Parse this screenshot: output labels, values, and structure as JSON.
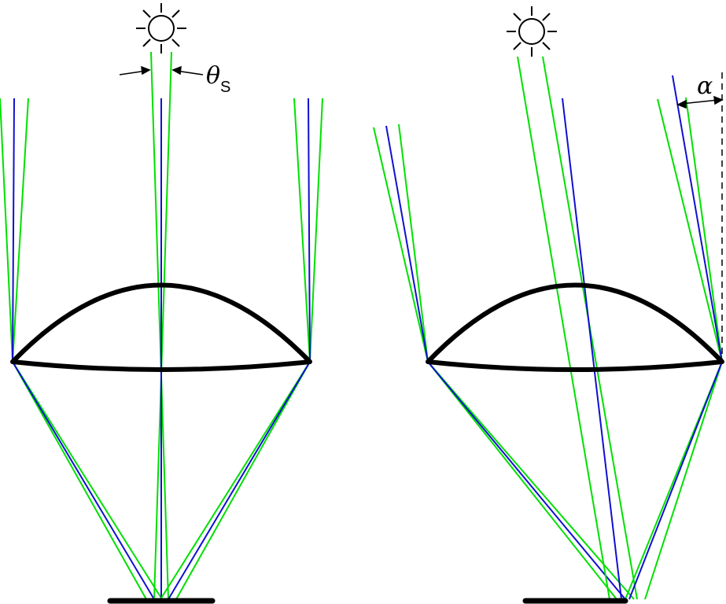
{
  "labels": {
    "theta_symbol": "θ",
    "theta_subscript": "S",
    "alpha_symbol": "α"
  },
  "colors": {
    "central_ray": "#1010d0",
    "edge_ray": "#00e000",
    "lens": "#000000",
    "receiver": "#000000"
  },
  "panels": [
    {
      "name": "normal-incidence",
      "sun": "sun-icon"
    },
    {
      "name": "oblique-incidence",
      "sun": "sun-icon"
    }
  ]
}
